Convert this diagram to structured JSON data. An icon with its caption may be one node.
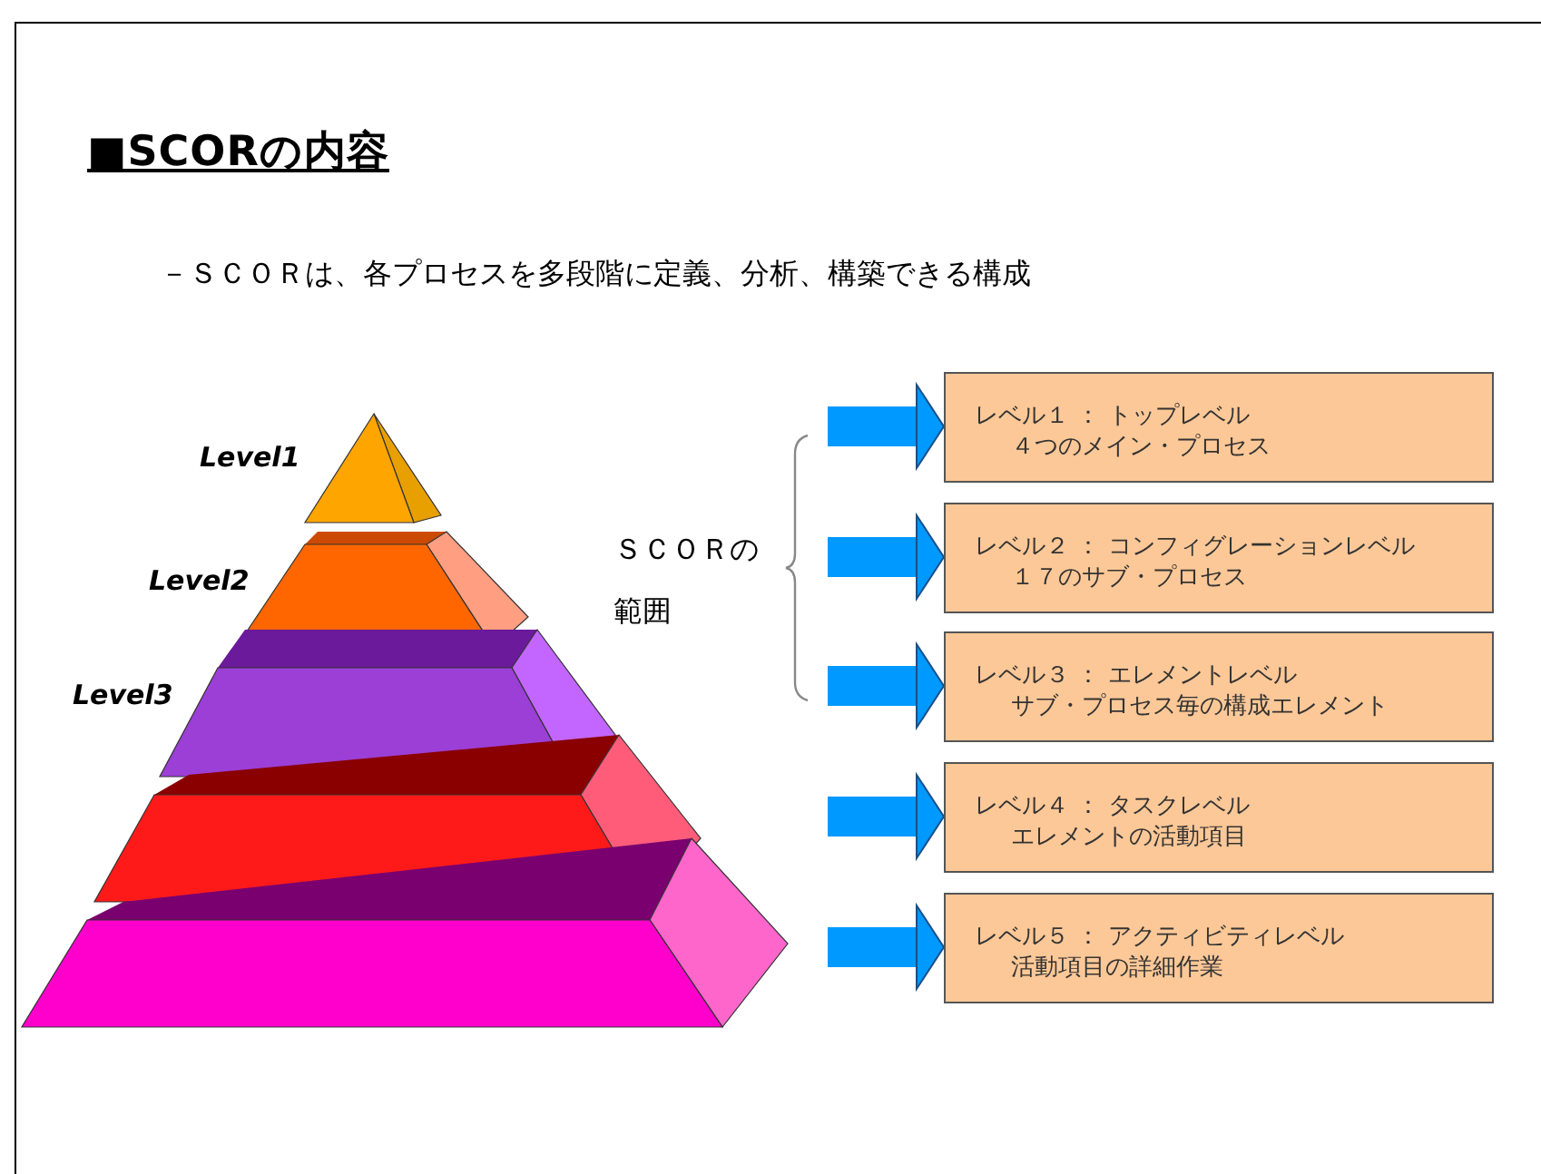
{
  "diagram": {
    "title": "■SCORの内容",
    "nodes": [
      {
        "text": [
          "レベル１ ： トップレベル",
          "４つのメイン・プロセス"
        ]
      },
      {
        "text": [
          "レベル２ ： コンフィグレーションレベル",
          "１７のサブ・プロセス"
        ]
      },
      {
        "text": [
          "レベル３ ： エレメントレベル",
          "サブ・プロセス毎の構成エレメント"
        ]
      },
      {
        "text": [
          "レベル４ ： タスクレベル",
          "エレメントの活動項目"
        ]
      },
      {
        "text": [
          "レベル５ ： アクティビティレベル",
          "活動項目の詳細作業"
        ]
      }
    ],
    "edges": [
      {
        "from": null,
        "to": 0,
        "arrow": "to"
      },
      {
        "from": null,
        "to": 1,
        "arrow": "to"
      },
      {
        "from": null,
        "to": 2,
        "arrow": "to"
      },
      {
        "from": null,
        "to": 3,
        "arrow": "to"
      },
      {
        "from": null,
        "to": 4,
        "arrow": "to"
      }
    ],
    "labels": [
      "－ＳＣＯＲは、各プロセスを多段階に定義、分析、構築できる構成",
      "Level1",
      "Level2",
      "Level3",
      "ＳＣＯＲの範囲"
    ]
  }
}
